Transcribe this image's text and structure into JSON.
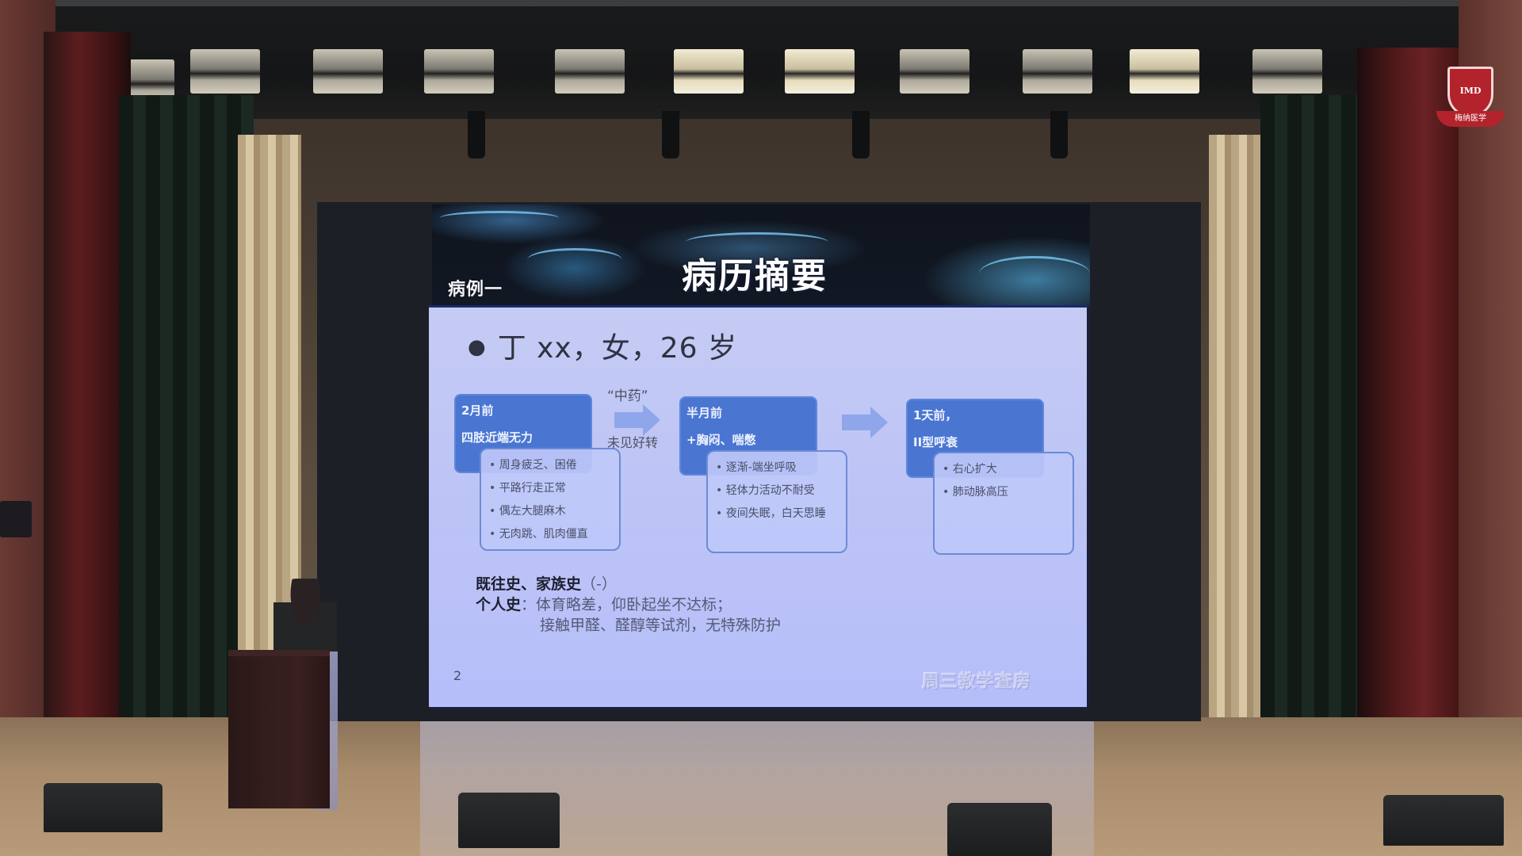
{
  "scene": {
    "description": "Auditorium stage with projected lecture slide",
    "logo": {
      "abbr": "IMD",
      "name": "梅纳医学"
    }
  },
  "slide": {
    "case_label": "病例一",
    "title": "病历摘要",
    "patient_line": "丁 xx，女，26 岁",
    "timeline": [
      {
        "time": "2月前",
        "headline": "四肢近端无力",
        "details": [
          "周身疲乏、困倦",
          "平路行走正常",
          "偶左大腿麻木",
          "无肉跳、肌肉僵直"
        ]
      },
      {
        "time": "半月前",
        "headline": "+胸闷、喘憋",
        "details": [
          "逐渐-端坐呼吸",
          "轻体力活动不耐受",
          "夜间失眠，白天思睡"
        ]
      },
      {
        "time": "1天前，",
        "headline": "II型呼衰",
        "details": [
          "右心扩大",
          "肺动脉高压"
        ]
      }
    ],
    "arrows": [
      {
        "top_label": "“中药”",
        "bottom_label": "未见好转"
      },
      {
        "top_label": "",
        "bottom_label": ""
      }
    ],
    "history": {
      "past_family_label": "既往史、家族史",
      "past_family_value": "（-）",
      "personal_label": "个人史",
      "personal_line1": "：体育略差，仰卧起坐不达标；",
      "personal_line2": "接触甲醛、醛醇等试剂，无特殊防护"
    },
    "page_number": "2",
    "watermark": "周三教学查房"
  },
  "colors": {
    "slide_bg": "#bcc4f6",
    "timeline_head": "#4a76d2",
    "arrow": "#8fa6ea",
    "logo_red": "#b3232c"
  }
}
